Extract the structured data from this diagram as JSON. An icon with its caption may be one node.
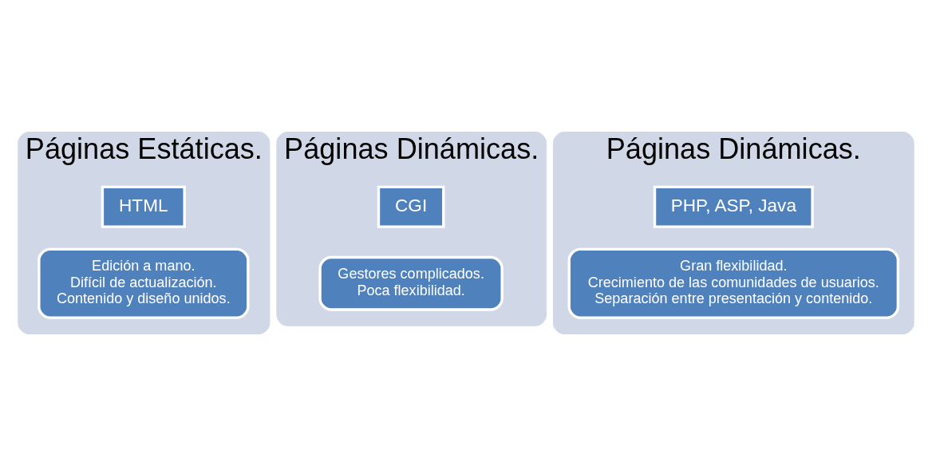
{
  "diagram": {
    "nodes": [
      {
        "text": [
          "Páginas Estáticas."
        ]
      },
      {
        "text": [
          "HTML"
        ],
        "in": 0
      },
      {
        "text": [
          "Edición a mano.",
          "Difícil de actualización.",
          "Contenido y diseño unidos."
        ],
        "in": 0
      },
      {
        "text": [
          "Páginas Dinámicas."
        ]
      },
      {
        "text": [
          "CGI"
        ],
        "in": 3
      },
      {
        "text": [
          "Gestores complicados.",
          "Poca flexibilidad."
        ],
        "in": 3
      },
      {
        "text": [
          "Páginas Dinámicas."
        ]
      },
      {
        "text": [
          "PHP, ASP, Java"
        ],
        "in": 6
      },
      {
        "text": [
          "Gran flexibilidad.",
          "Crecimiento de las comunidades de usuarios.",
          "Separación entre presentación y contenido."
        ],
        "in": 6
      }
    ],
    "edges": []
  }
}
